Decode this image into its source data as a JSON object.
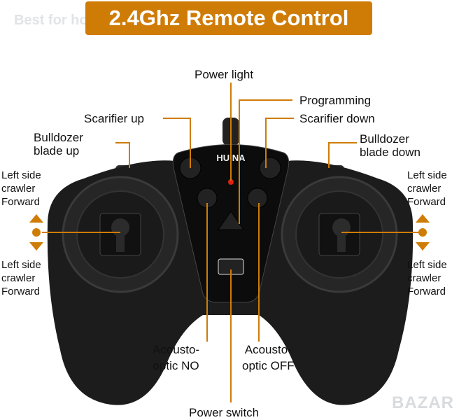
{
  "title": "2.4Ghz Remote Control",
  "watermarks": {
    "top_left": "Best for home",
    "bottom_right": "BAZAR"
  },
  "brand_logo": "HUINA",
  "colors": {
    "accent": "#CF7C06",
    "body": "#1c1c1c",
    "led": "#e02010"
  },
  "labels": {
    "power_light": "Power light",
    "programming": "Programming",
    "scarifier_up": "Scarifier up",
    "scarifier_down": "Scarifier down",
    "bulldozer_up": [
      "Bulldozer",
      "blade up"
    ],
    "bulldozer_down": [
      "Bulldozer",
      "blade down"
    ],
    "left_top": [
      "Left side",
      "crawler",
      "Forward"
    ],
    "left_bottom": [
      "Left side",
      "crawler",
      "Forward"
    ],
    "right_top": [
      "Left side",
      "crawler",
      "Forward"
    ],
    "right_bottom": [
      "Left side",
      "crawler",
      "Forward"
    ],
    "acousto_no": [
      "Acousto-",
      "optic NO"
    ],
    "acousto_off": [
      "Acousto-",
      "optic OFF"
    ],
    "power_switch": "Power switch"
  }
}
